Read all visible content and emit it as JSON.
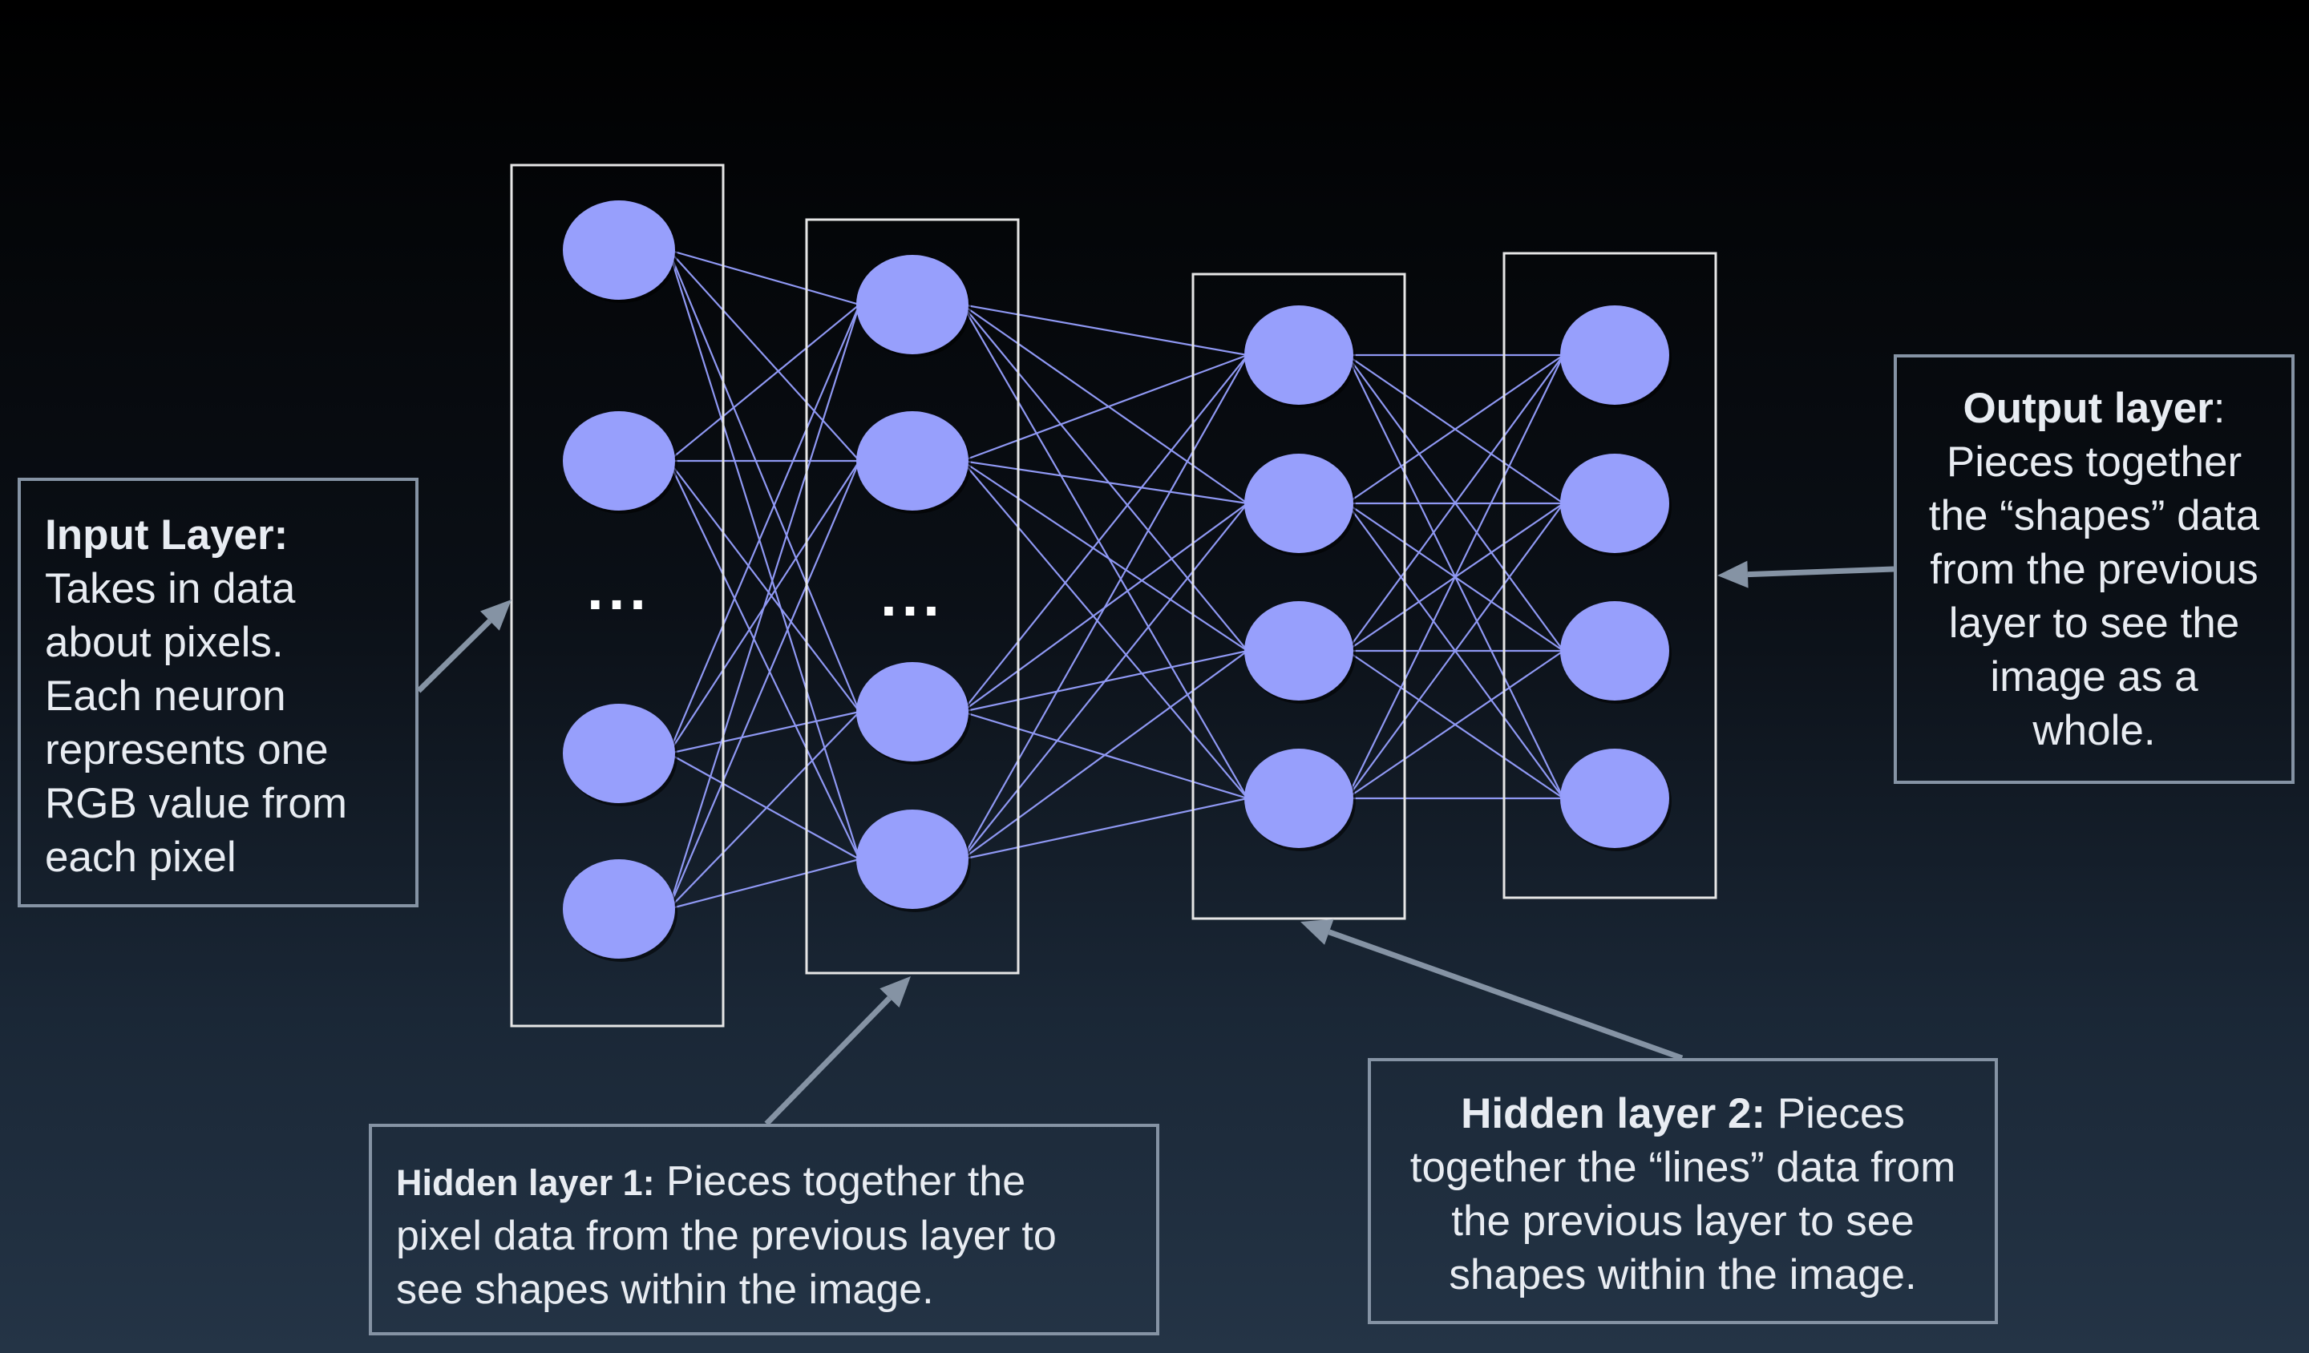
{
  "diagram": {
    "colors": {
      "neuron": "#979ffc",
      "connection": "#8f98f3",
      "layer_border": "#e6e6e6",
      "callout_border": "#8593a4",
      "arrow": "#8593a4",
      "text": "#e8ecf2"
    },
    "layers": [
      {
        "id": "input",
        "neurons": 4,
        "ellipsis": "..."
      },
      {
        "id": "hidden1",
        "neurons": 4,
        "ellipsis": "..."
      },
      {
        "id": "hidden2",
        "neurons": 4
      },
      {
        "id": "output",
        "neurons": 4
      }
    ],
    "callouts": {
      "input": {
        "title": "Input Layer:",
        "lines": [
          "Takes in data",
          "about pixels.",
          "Each neuron",
          "represents one",
          "RGB value from",
          "each pixel"
        ]
      },
      "hidden1": {
        "title": "Hidden layer 1:",
        "first": " Pieces together the",
        "lines": [
          "pixel data from the previous layer to",
          "see shapes within the image."
        ]
      },
      "hidden2": {
        "title": "Hidden layer 2:",
        "first": " Pieces",
        "lines": [
          "together the “lines” data from",
          "the previous layer to see",
          "shapes within the image."
        ]
      },
      "output": {
        "title": "Output layer",
        "title_suffix": ":",
        "lines": [
          "Pieces together",
          "the “shapes” data",
          "from the previous",
          "layer to see the",
          "image as a",
          "whole."
        ]
      }
    }
  }
}
